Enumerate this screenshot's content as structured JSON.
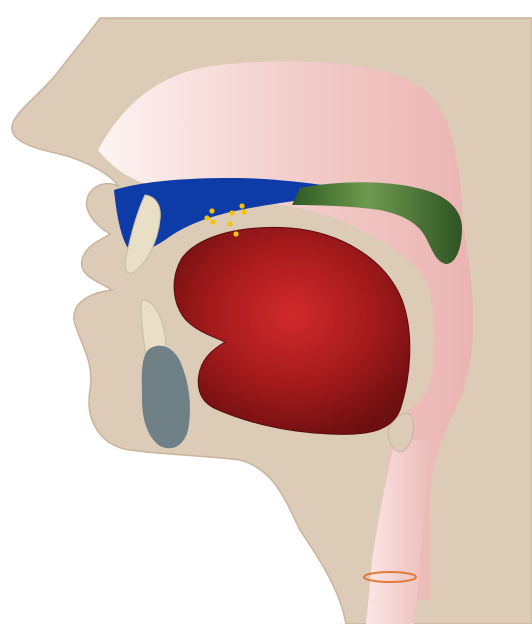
{
  "diagram": {
    "kind": "midsagittal-vocal-tract",
    "colors": {
      "background": "#ffffff",
      "skin": "#dccbb6",
      "skin_outline": "#c9b49d",
      "cavity_pink": "#f1c8c5",
      "cavity_light": "#fbeeed",
      "hard_palate": "#0d3ba8",
      "soft_palate": "#3f6a2a",
      "soft_palate_light": "#6e9a50",
      "tongue_center": "#d12a2c",
      "tongue_edge": "#6d0f10",
      "teeth": "#e8dfc6",
      "lower_lip_interior": "#6f8086",
      "contact_dots": "#f5c400",
      "glottis": "#e07b3b"
    },
    "regions": [
      {
        "name": "nose",
        "icon": "nose-icon"
      },
      {
        "name": "upper-lip",
        "icon": "upper-lip-icon"
      },
      {
        "name": "upper-teeth",
        "icon": "upper-tooth-icon"
      },
      {
        "name": "hard-palate",
        "icon": "hard-palate-icon"
      },
      {
        "name": "soft-palate",
        "icon": "soft-palate-icon"
      },
      {
        "name": "tongue",
        "icon": "tongue-icon"
      },
      {
        "name": "lower-teeth",
        "icon": "lower-tooth-icon"
      },
      {
        "name": "lower-lip",
        "icon": "lower-lip-icon"
      },
      {
        "name": "larynx",
        "icon": "larynx-icon"
      }
    ],
    "contact_points": 8
  }
}
